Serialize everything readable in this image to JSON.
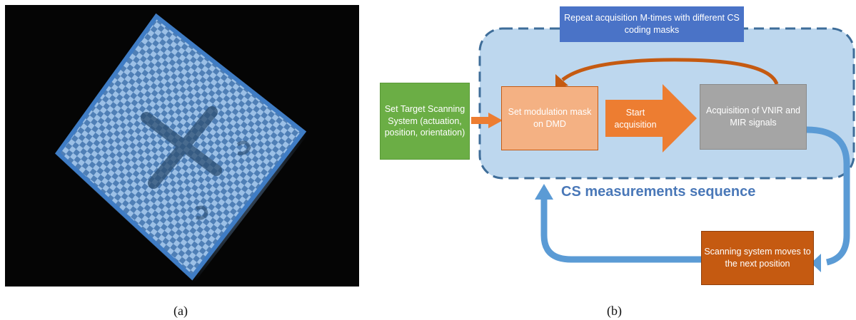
{
  "panel_a": {
    "caption": "(a)"
  },
  "panel_b": {
    "caption": "(b)",
    "repeat_box": "Repeat acquisition M-times with different CS coding masks",
    "target_box": "Set Target Scanning System (actuation, position, orientation)",
    "modulation_box": "Set modulation mask on DMD",
    "start_arrow": "Start acquisition",
    "acquisition_box": "Acquisition of VNIR and MIR signals",
    "sequence_label": "CS measurements sequence",
    "scanning_box": "Scanning system moves to the next position"
  },
  "colors": {
    "photo_background": "#050505",
    "checker_blue": "#5d8fc8",
    "frame_blue": "#3f7cc4",
    "repeat_fill": "#4a73c7",
    "dashed_region": "#bdd7ee",
    "dashed_border": "#3e6d99",
    "green": "#6bae45",
    "peach": "#f4b183",
    "orange": "#ed7d31",
    "gray": "#a5a5a5",
    "dark_orange": "#c55a11",
    "loop_blue": "#5b9bd5",
    "label_blue": "#4a78b8"
  }
}
